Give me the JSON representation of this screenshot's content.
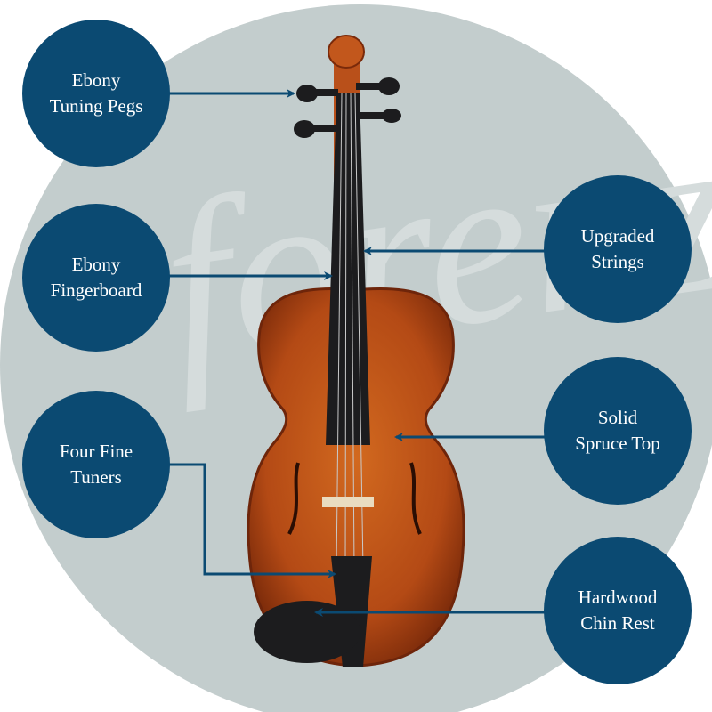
{
  "watermark": "forenza",
  "colors": {
    "badge": "#0b4a72",
    "backdrop": "#c3cdcd",
    "arrow": "#0b4a72",
    "wood": "#b9501a",
    "ebony": "#1c1c1e"
  },
  "callouts": [
    {
      "id": "tuning-pegs",
      "line1": "Ebony",
      "line2": "Tuning Pegs"
    },
    {
      "id": "fingerboard",
      "line1": "Ebony",
      "line2": "Fingerboard"
    },
    {
      "id": "fine-tuners",
      "line1": "Four Fine",
      "line2": "Tuners"
    },
    {
      "id": "strings",
      "line1": "Upgraded",
      "line2": "Strings"
    },
    {
      "id": "spruce-top",
      "line1": "Solid",
      "line2": "Spruce Top"
    },
    {
      "id": "chin-rest",
      "line1": "Hardwood",
      "line2": "Chin Rest"
    }
  ]
}
